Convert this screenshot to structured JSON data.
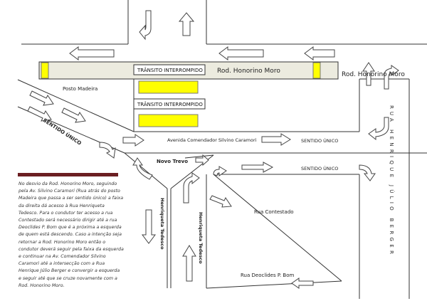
{
  "labels": {
    "rod_top": "Rod. Honorino Moro",
    "rod_band": "Rod. Honorino Moro",
    "interrupted_1": "TRÂNSITO INTERROMPIDO",
    "interrupted_2": "TRÂNSITO INTERROMPIDO",
    "posto": "Posto Madeira",
    "sentido_diag": "SENTIDO ÚNICO",
    "avenida": "Avenida Comendador Silvino Caramori",
    "sentido_1": "SENTIDO ÚNICO",
    "sentido_2": "SENTIDO ÚNICO",
    "novo_trevo": "Novo Trevo",
    "henriqueta_1": "Henriqueta Tedesco",
    "henriqueta_2": "Henriqueta Tedesco",
    "contestado": "Rua Contestado",
    "deoclides": "Rua Deoclides P. Bom",
    "rua_vertical": "RUA",
    "berger_vertical": "HENRIQUE JÚLIO BERGER"
  },
  "description_text": "No desvio da Rod. Honorino Moro, seguindo pela Av. Silvino Caramori (Rua atrás do posto Madeira que passa a ser sentido único) a faixa da direita dá acesso à Rua Henriqueta Tedesco. Para o condutor ter acesso a rua Contestado será necessário dirigir até a rua Deoclides P. Bom que é a próxima a esquerda de quem está descendo. Caso a intenção seja retornar a Rod. Honorino Moro então o condutor deverá seguir pela faixa da esquerda e continuar na Av. Comendador Silvino Caramori até a intersecção com a Rua Henrique Júlio Berger e convergir a esquerda e seguir até que se cruze novamente com a Rod. Honorino Moro.",
  "colors": {
    "barrier": "#ffff00",
    "band": "#ecebdf",
    "accent_bar": "#6b1f22"
  }
}
